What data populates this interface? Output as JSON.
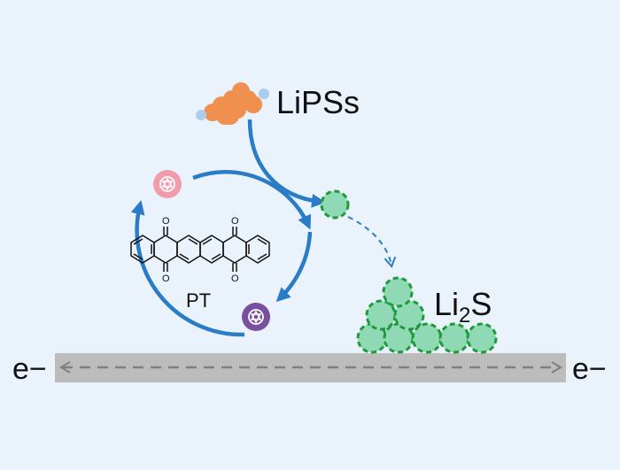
{
  "labels": {
    "lipss": "LiPSs",
    "li2s_main": "Li",
    "li2s_sub": "2",
    "li2s_tail": "S",
    "pt": "PT",
    "electron_left": "e−",
    "electron_right": "e−",
    "oxygen": "O"
  },
  "colors": {
    "background": "#eaf3fb",
    "arrow_blue": "#2a7cc7",
    "electrode": "#bcbcbc",
    "electrode_arrow": "#808080",
    "sulfur_orange": "#f0904e",
    "lithium_dot": "#a9cdee",
    "li2s_fill": "#8fd9b4",
    "li2s_stroke": "#1f9a3a",
    "pt_oxidized": "#f29bab",
    "pt_reduced": "#7b4fa0"
  }
}
